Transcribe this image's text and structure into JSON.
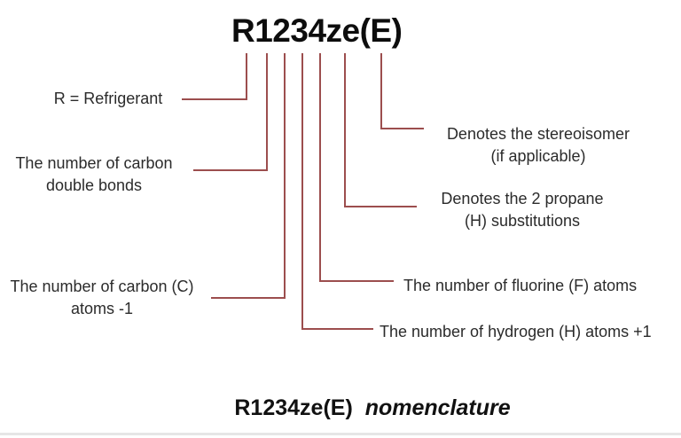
{
  "title": "R1234ze(E)",
  "labels": {
    "refrigerant": "R = Refrigerant",
    "double_bonds": [
      "The number of carbon",
      "double bonds"
    ],
    "carbon_atoms": [
      "The number of carbon (C)",
      "atoms -1"
    ],
    "stereoisomer": [
      "Denotes the stereoisomer",
      "(if applicable)"
    ],
    "propane": [
      "Denotes the 2 propane",
      "(H) substitutions"
    ],
    "fluorine": "The number of fluorine (F) atoms",
    "hydrogen": "The number of hydrogen (H) atoms +1"
  },
  "caption": {
    "formula": "R1234ze(E)",
    "word": "nomenclature"
  },
  "colors": {
    "connector_line": "#9c4e4e",
    "label_text": "#2b2b2b",
    "title_text": "#0d0d0d",
    "background": "#ffffff"
  }
}
